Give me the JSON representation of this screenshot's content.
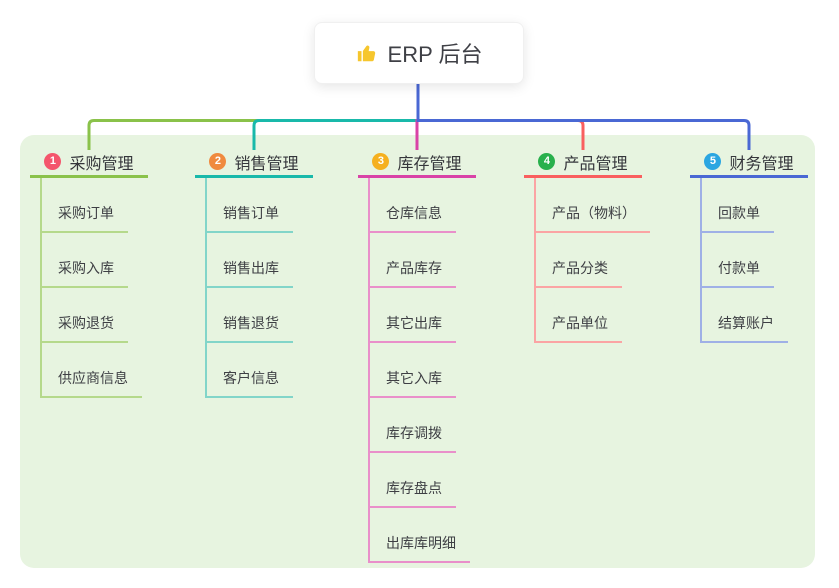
{
  "root": {
    "label": "ERP 后台",
    "icon": "thumbs-up-icon"
  },
  "colors": {
    "page_background": "#ffffff",
    "canvas_background": "#e7f4e0",
    "root_stem": "#4a68d4",
    "root_text": "#3f4046",
    "node_text": "#3e3f44",
    "thumb_icon": "#f6c62d"
  },
  "branches": [
    {
      "index": "1",
      "label": "采购管理",
      "line_color": "#8ac24a",
      "child_line_color": "#b5d98b",
      "badge_color": "#f4566c",
      "children": [
        "采购订单",
        "采购入库",
        "采购退货",
        "供应商信息"
      ]
    },
    {
      "index": "2",
      "label": "销售管理",
      "line_color": "#19b9aa",
      "child_line_color": "#82d5c9",
      "badge_color": "#f08a3e",
      "children": [
        "销售订单",
        "销售出库",
        "销售退货",
        "客户信息"
      ]
    },
    {
      "index": "3",
      "label": "库存管理",
      "line_color": "#d943a7",
      "child_line_color": "#e98fca",
      "badge_color": "#f5b01f",
      "children": [
        "仓库信息",
        "产品库存",
        "其它出库",
        "其它入库",
        "库存调拨",
        "库存盘点",
        "出库库明细"
      ]
    },
    {
      "index": "4",
      "label": "产品管理",
      "line_color": "#f95f5f",
      "child_line_color": "#fba4a4",
      "badge_color": "#28b04c",
      "children": [
        "产品（物料）",
        "产品分类",
        "产品单位"
      ]
    },
    {
      "index": "5",
      "label": "财务管理",
      "line_color": "#4a68d4",
      "child_line_color": "#9fb0e6",
      "badge_color": "#2ba6e1",
      "children": [
        "回款单",
        "付款单",
        "结算账户"
      ]
    }
  ]
}
